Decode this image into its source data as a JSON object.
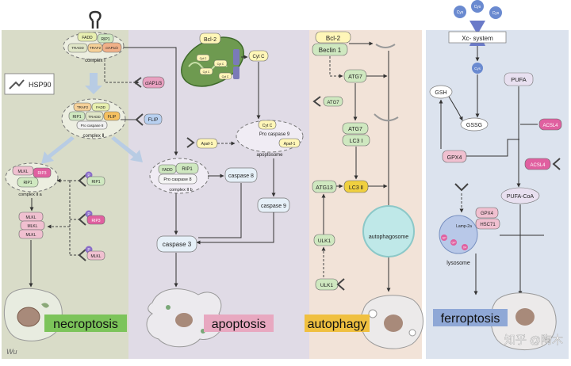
{
  "panels": {
    "necroptosis": "necroptosis",
    "apoptosis": "apoptosis",
    "autophagy": "autophagy",
    "ferroptosis": "ferroptosis"
  },
  "colors": {
    "necro_bg": "#d9dcc8",
    "apop_bg": "#e0dbe6",
    "auto_bg": "#f2e3d8",
    "ferro_bg": "#dce3ee",
    "necro_label": "#7cc45a",
    "apop_label": "#e8a8c0",
    "auto_label": "#f0c040",
    "ferro_label": "#8fa8d6"
  },
  "necroptosis": {
    "complex1_label": "complex Ⅰ",
    "complex1": {
      "fadd": "FADD",
      "rip1": "RIP1",
      "tradd": "TRADD",
      "traf2": "TRAF2",
      "ciap": "cIAP1/2"
    },
    "hsp90": "HSP90",
    "ciap13": "cIAP1/3",
    "complex2_label": "complex Ⅱ",
    "complex2": {
      "traf2": "TRAF2",
      "fadd": "FADD",
      "rip1": "RIP1",
      "tradd": "TRADD",
      "flip": "FLIP",
      "procasp8": "Pro caspase 8"
    },
    "flip": "FLIP",
    "complex2a_label": "complex Ⅱ a",
    "complex2a": {
      "mlkl": "MLKL",
      "rip3": "RIP3",
      "rip1": "RIP1"
    },
    "mlkl_stack": [
      "MLKL",
      "MLKL",
      "MLKL"
    ],
    "inhib": [
      "RIP1",
      "RIP3",
      "MLKL"
    ],
    "p": "P"
  },
  "apoptosis": {
    "bcl2": "Bcl-2",
    "cytc": "Cyt C",
    "cytc_mito": [
      "Cyt C",
      "Cyt C",
      "Cyt C",
      "Cyt C"
    ],
    "apaf1": "Apaf-1",
    "apoptosome": {
      "cytc": "Cyt C",
      "procasp9": "Pro caspase 9",
      "apaf1": "Apaf-1",
      "label": "apoptosome"
    },
    "complex2b": {
      "fadd": "FADD",
      "rip1": "RIP1",
      "procasp8": "Pro caspase 8",
      "label": "complex Ⅱ b"
    },
    "casp8": "caspase 8",
    "casp9": "caspase 9",
    "casp3": "caspase 3"
  },
  "autophagy": {
    "bcl2": "Bcl-2",
    "beclin": "Beclin 1",
    "atg7_top": "ATG7",
    "atg7_inhib": "ATG7",
    "atg7_mid": "ATG7",
    "lc3_1": "LC3 Ⅰ",
    "lc3_2": "LC3 Ⅱ",
    "atg13": "ATG13",
    "ulk1_a": "ULK1",
    "ulk1_b": "ULK1",
    "autophagosome": "autophagosome"
  },
  "ferroptosis": {
    "cys": "Cys",
    "xc": "Xc- system",
    "gsh": "GSH",
    "gssg": "GSSG",
    "gpx4": "GPX4",
    "gpx4_b": "GPX4",
    "hsc71": "HSC71",
    "lamp": "Lamp-2a",
    "gp": "GP",
    "x4": "X4",
    "lysosome": "lysosome",
    "pufa": "PUFA",
    "acsl4_a": "ACSL4",
    "acsl4_b": "ACSL4",
    "pufa_coa": "PUFA-CoA"
  },
  "watermark": "知乎 @陶木",
  "signature": "Wu"
}
